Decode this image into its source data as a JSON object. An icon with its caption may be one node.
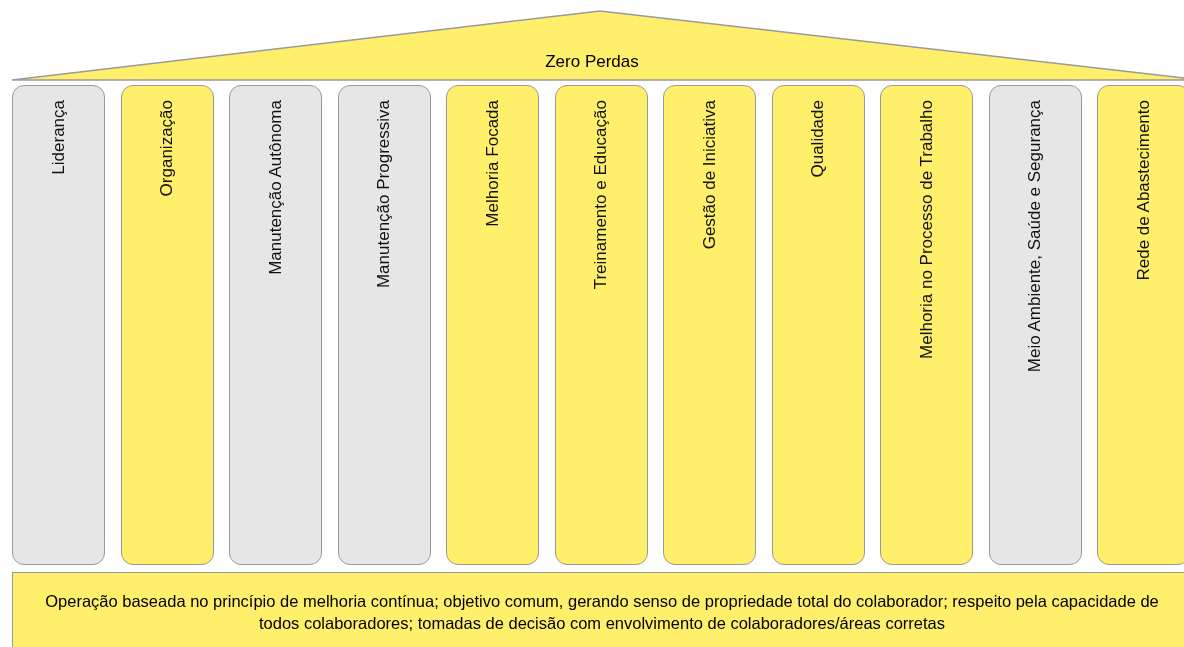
{
  "diagram": {
    "nodes": [
      {
        "text": [
          "Zero Perdas"
        ]
      },
      {
        "text": [
          "Liderança"
        ]
      },
      {
        "text": [
          "Organização"
        ]
      },
      {
        "text": [
          "Manutenção Autônoma"
        ]
      },
      {
        "text": [
          "Manutenção Progressiva"
        ]
      },
      {
        "text": [
          "Melhoria Focada"
        ]
      },
      {
        "text": [
          "Treinamento e Educação"
        ]
      },
      {
        "text": [
          "Gestão de Iniciativa"
        ]
      },
      {
        "text": [
          "Qualidade"
        ]
      },
      {
        "text": [
          "Melhoria no Processo de Trabalho"
        ]
      },
      {
        "text": [
          "Meio Ambiente, Saúde e Segurança"
        ]
      },
      {
        "text": [
          "Rede de Abastecimento"
        ]
      },
      {
        "text": [
          "Operação baseada no princípio de melhoria contínua; objetivo comum, gerando senso de propriedade total do colaborador; respeito pela capacidade de todos colaboradores; tomadas de decisão com envolvimento de colaboradores/áreas corretas"
        ]
      }
    ],
    "edges": []
  }
}
